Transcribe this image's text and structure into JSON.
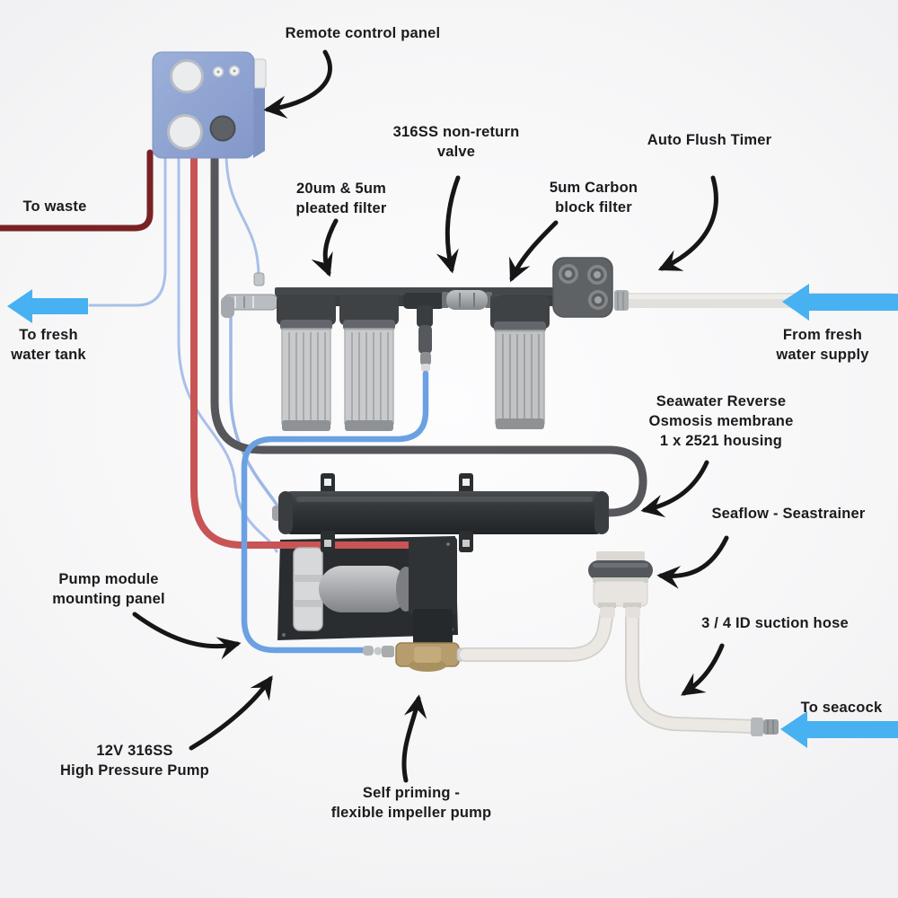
{
  "diagram_title": "Seawater reverse osmosis watermaker system diagram",
  "labels": {
    "remote_control_panel": {
      "lines": [
        "Remote control panel"
      ]
    },
    "to_waste": {
      "lines": [
        "To waste"
      ]
    },
    "pleated_filter": {
      "lines": [
        "20um  & 5um",
        "pleated filter"
      ]
    },
    "non_return_valve": {
      "lines": [
        "316SS non-return",
        "valve"
      ]
    },
    "carbon_filter": {
      "lines": [
        "5um Carbon",
        "block filter"
      ]
    },
    "auto_flush_timer": {
      "lines": [
        "Auto Flush Timer"
      ]
    },
    "to_fresh_tank": {
      "lines": [
        "To fresh",
        "water tank"
      ]
    },
    "from_fresh_supply": {
      "lines": [
        "From fresh",
        "water supply"
      ]
    },
    "membrane": {
      "lines": [
        "Seawater Reverse",
        "Osmosis membrane",
        "1 x 2521 housing"
      ]
    },
    "seastrainer": {
      "lines": [
        "Seaflow - Seastrainer"
      ]
    },
    "pump_module": {
      "lines": [
        "Pump module",
        "mounting panel"
      ]
    },
    "suction_hose": {
      "lines": [
        "3 / 4 ID suction hose"
      ]
    },
    "to_seacock": {
      "lines": [
        "To seacock"
      ]
    },
    "hp_pump": {
      "lines": [
        "12V 316SS",
        "High Pressure Pump"
      ]
    },
    "impeller_pump": {
      "lines": [
        "Self priming -",
        "flexible impeller pump"
      ]
    }
  },
  "colors": {
    "flow_arrow_blue": "#47b1f1",
    "waste_line_maroon": "#7a2124",
    "pressure_line_red": "#c85456",
    "brine_line_gray": "#4c4e51",
    "feed_line_blue": "#6ba1e2",
    "control_wire_blue": "#a9c0e8",
    "panel_blue": "#92a6d2",
    "annotation_black": "#161616",
    "text": "#1b1b1d"
  }
}
